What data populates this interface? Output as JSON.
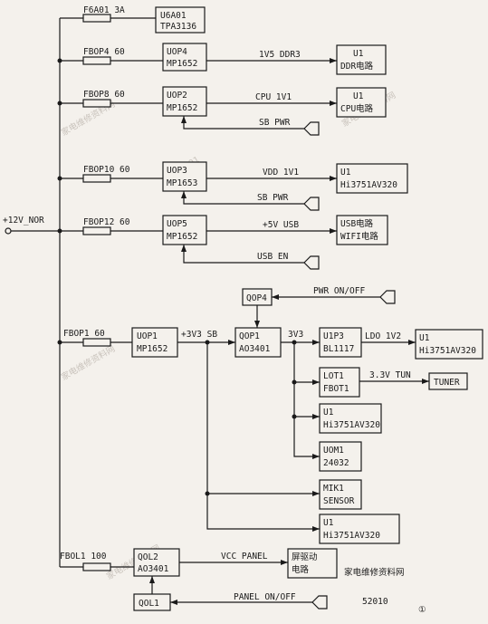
{
  "input_label": "+12V_NOR",
  "fuses": {
    "f1": "F6A01 3A",
    "f2": "FBOP4 60",
    "f3": "FBOP8 60",
    "f4": "FBOP10 60",
    "f5": "FBOP12 60",
    "f6": "FBOP1 60",
    "f7": "FBOL1 100"
  },
  "chips": {
    "u6a01": {
      "l1": "U6A01",
      "l2": "TPA3136"
    },
    "uop4": {
      "l1": "UOP4",
      "l2": "MP1652"
    },
    "uop2": {
      "l1": "UOP2",
      "l2": "MP1652"
    },
    "uop3": {
      "l1": "UOP3",
      "l2": "MP1653"
    },
    "uop5": {
      "l1": "UOP5",
      "l2": "MP1652"
    },
    "uop1": {
      "l1": "UOP1",
      "l2": "MP1652"
    },
    "qop4": {
      "l1": "QOP4"
    },
    "qop1": {
      "l1": "QOP1",
      "l2": "AO3401"
    },
    "u1p3": {
      "l1": "U1P3",
      "l2": "BL1117"
    },
    "lot1": {
      "l1": "LOT1",
      "l2": "FBOT1"
    },
    "u1a": {
      "l1": "U1",
      "l2": "Hi3751AV320"
    },
    "uom1": {
      "l1": "UOM1",
      "l2": "24032"
    },
    "mik1": {
      "l1": "MIK1",
      "l2": "SENSOR"
    },
    "u1b": {
      "l1": "U1",
      "l2": "Hi3751AV320"
    },
    "qol2": {
      "l1": "QOL2",
      "l2": "AO3401"
    },
    "qol1": {
      "l1": "QOL1"
    }
  },
  "loads": {
    "ddr": {
      "l1": "U1",
      "l2": "DDR电路"
    },
    "cpu": {
      "l1": "U1",
      "l2": "CPU电路"
    },
    "vdd": {
      "l1": "U1",
      "l2": "Hi3751AV320"
    },
    "usb": {
      "l1": "USB电路",
      "l2": "WIFI电路"
    },
    "ldo": {
      "l1": "U1",
      "l2": "Hi3751AV320"
    },
    "tuner": {
      "l1": "TUNER"
    },
    "panel": {
      "l1": "屏驱动",
      "l2": "电路"
    }
  },
  "nets": {
    "ddr3": "1V5 DDR3",
    "cpu1v1": "CPU 1V1",
    "sbpwr1": "SB PWR",
    "vdd1v1": "VDD 1V1",
    "sbpwr2": "SB PWR",
    "usb5v": "+5V USB",
    "usben": "USB EN",
    "pwronoff": "PWR ON/OFF",
    "sb3v3": "+3V3 SB",
    "v3v3": "3V3",
    "ldo1v2": "LDO 1V2",
    "tun3v3": "3.3V TUN",
    "vccpanel": "VCC PANEL",
    "panelonoff": "PANEL ON/OFF"
  },
  "watermarks": {
    "site": "家电维修资料网",
    "url": "52010",
    "mark": "家电维修资料网",
    "num": "5201"
  },
  "figure_number": "①"
}
